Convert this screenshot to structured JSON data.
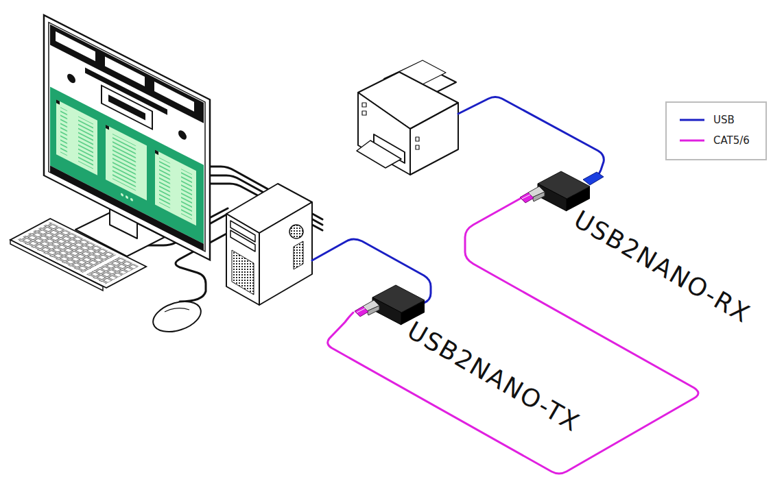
{
  "diagram": {
    "labels": [
      "USB2NANO-RX",
      "USB2NANO-TX"
    ],
    "legend": [
      {
        "text": "USB",
        "color": "#1a1fc4"
      },
      {
        "text": "CAT5/6",
        "color": "#e020e0"
      }
    ]
  }
}
